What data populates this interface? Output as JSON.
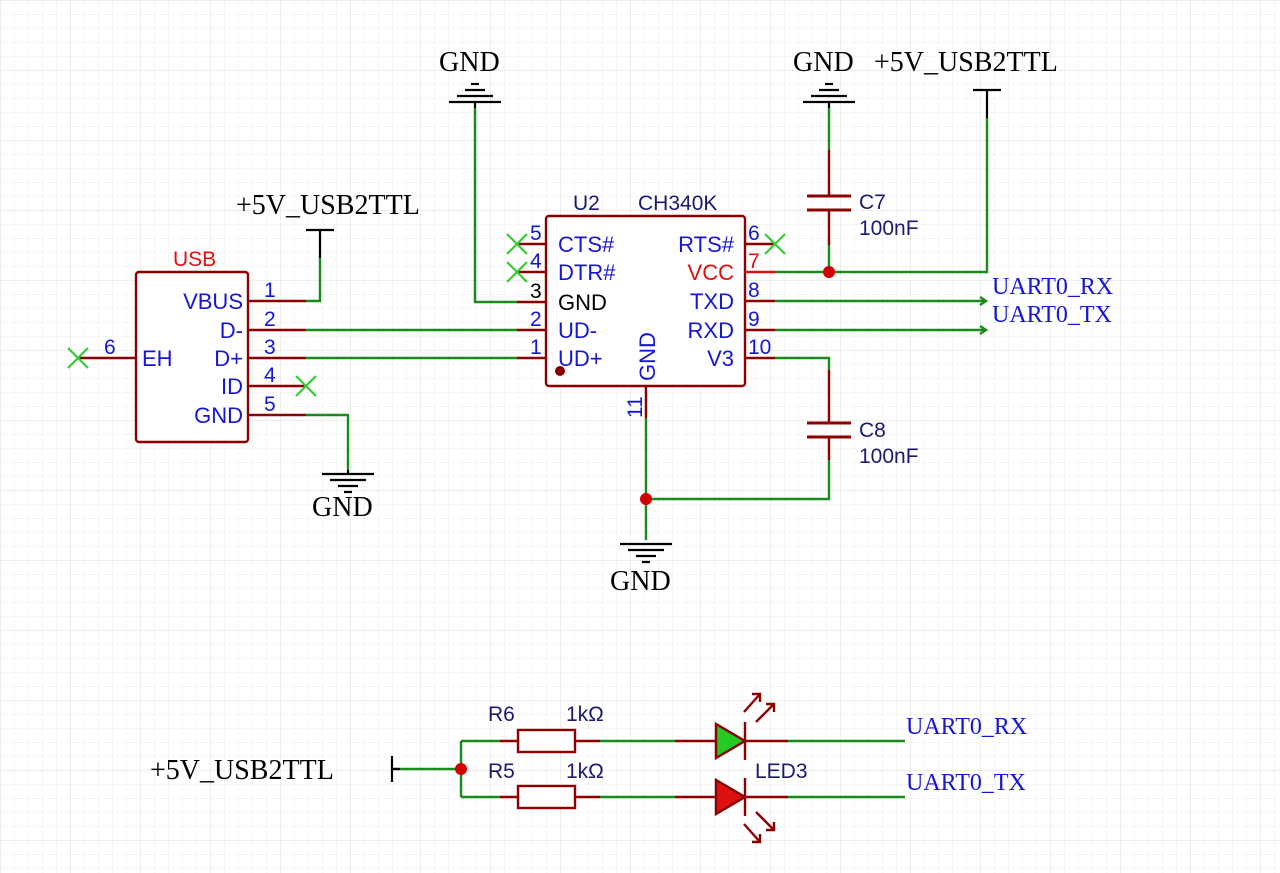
{
  "colors": {
    "wire": "#1a8a1a",
    "component_outline": "#8b0000",
    "pin_text": "#1515d6",
    "power_pin_text": "#e01010",
    "no_connect": "#33cc33",
    "junction": "#d40000",
    "led_green": "#22cc22",
    "led_red": "#dd1111",
    "grid": "#e3e3e3"
  },
  "nets": {
    "gnd": "GND",
    "vusb": "+5V_USB2TTL",
    "uart_rx": "UART0_RX",
    "uart_tx": "UART0_TX"
  },
  "usb_connector": {
    "designator": "USB",
    "pins": [
      {
        "num": "1",
        "name": "VBUS"
      },
      {
        "num": "2",
        "name": "D-"
      },
      {
        "num": "3",
        "name": "D+"
      },
      {
        "num": "4",
        "name": "ID"
      },
      {
        "num": "5",
        "name": "GND"
      },
      {
        "num": "6",
        "name": "EH"
      }
    ]
  },
  "u2": {
    "designator": "U2",
    "part": "CH340K",
    "left_pins": [
      {
        "num": "5",
        "name": "CTS#"
      },
      {
        "num": "4",
        "name": "DTR#"
      },
      {
        "num": "3",
        "name": "GND"
      },
      {
        "num": "2",
        "name": "UD-"
      },
      {
        "num": "1",
        "name": "UD+"
      }
    ],
    "right_pins": [
      {
        "num": "6",
        "name": "RTS#"
      },
      {
        "num": "7",
        "name": "VCC"
      },
      {
        "num": "8",
        "name": "TXD"
      },
      {
        "num": "9",
        "name": "RXD"
      },
      {
        "num": "10",
        "name": "V3"
      }
    ],
    "bottom_pin": {
      "num": "11",
      "name": "GND"
    }
  },
  "capacitors": [
    {
      "designator": "C7",
      "value": "100nF"
    },
    {
      "designator": "C8",
      "value": "100nF"
    }
  ],
  "resistors": [
    {
      "designator": "R6",
      "value": "1kΩ"
    },
    {
      "designator": "R5",
      "value": "1kΩ"
    }
  ],
  "led": {
    "designator": "LED3"
  }
}
